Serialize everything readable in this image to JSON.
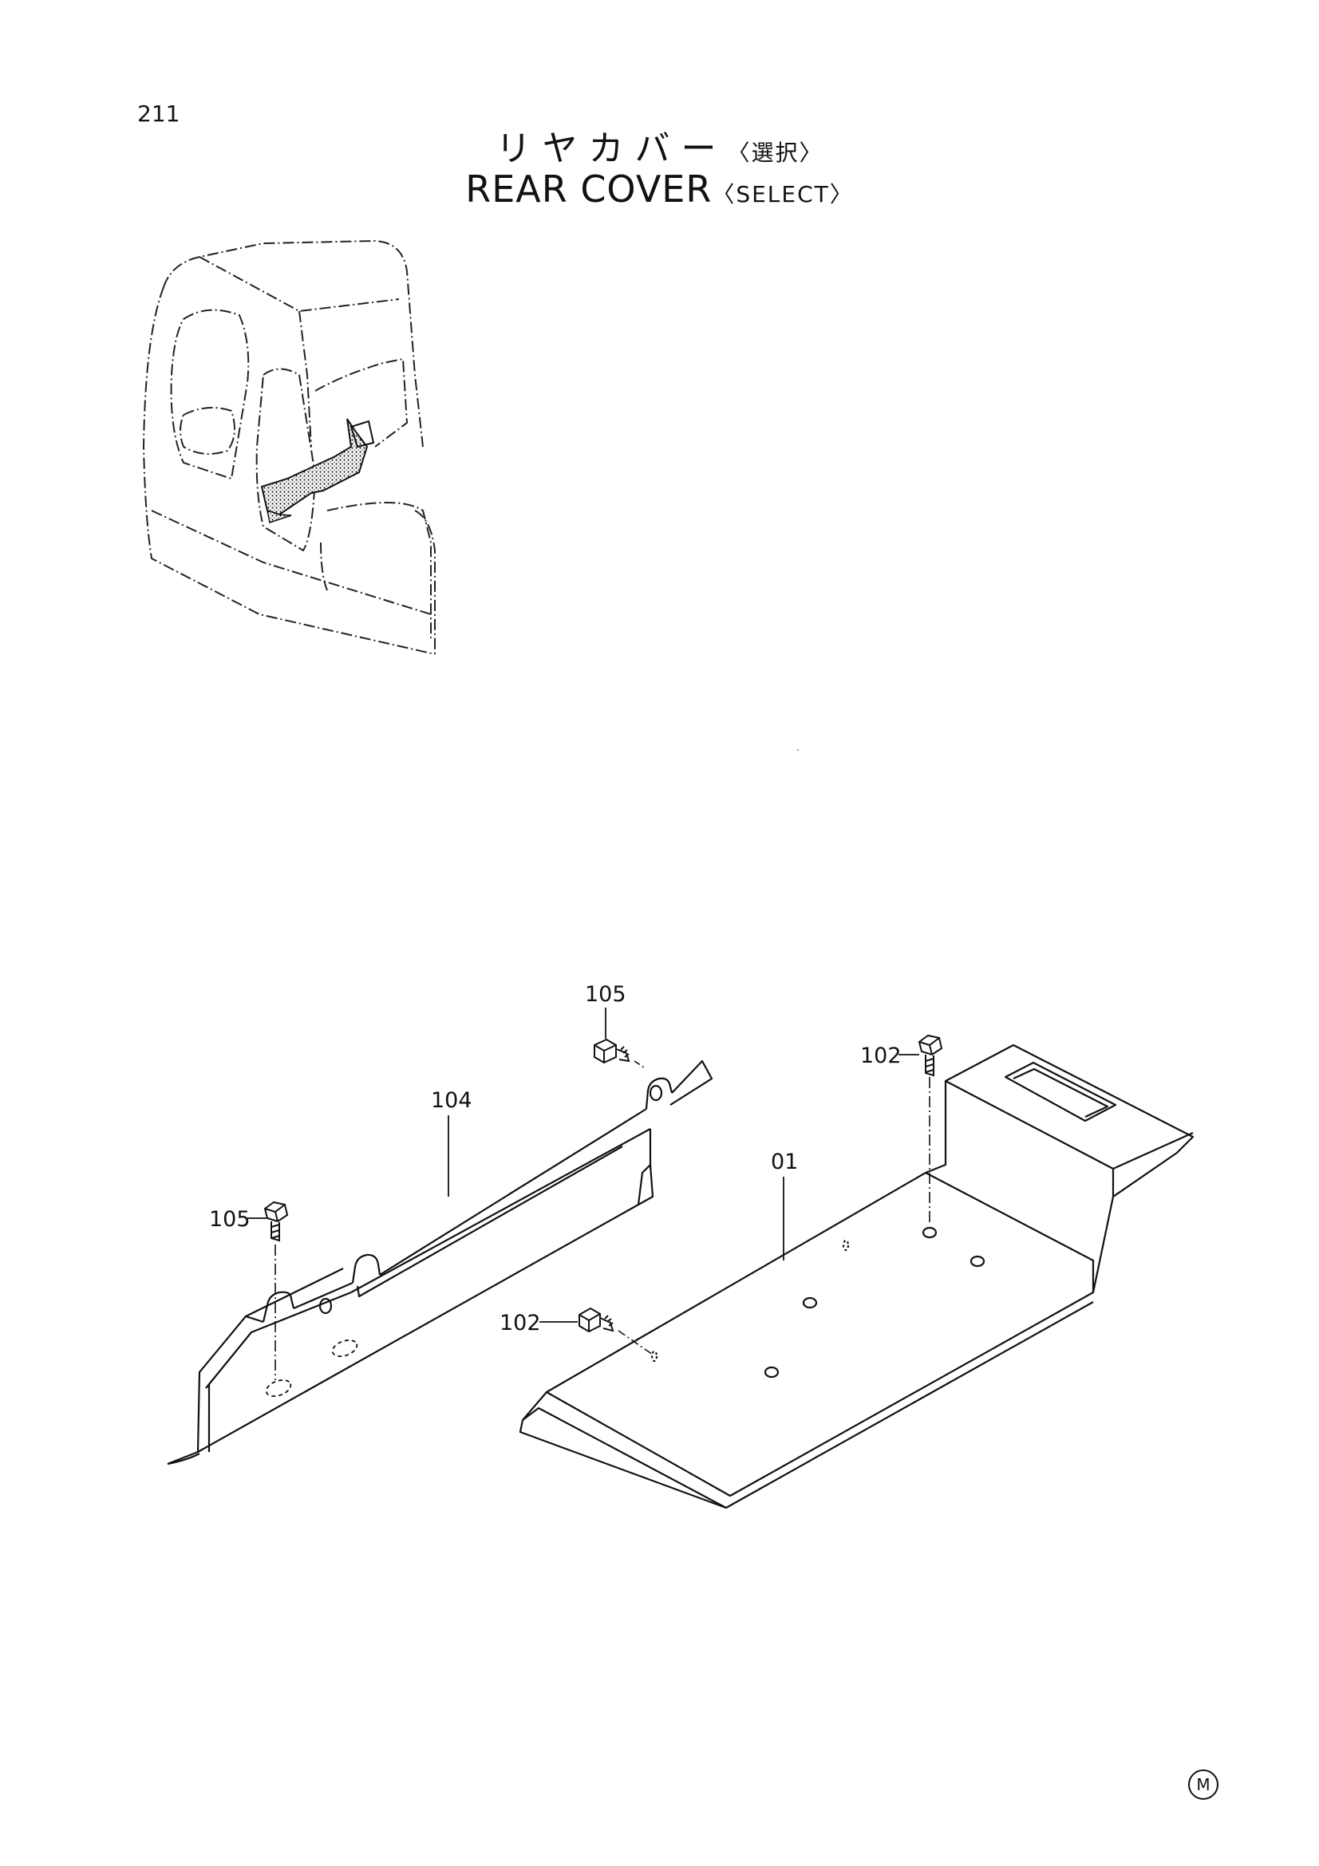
{
  "page": {
    "number": "211"
  },
  "title": {
    "jp": "リヤカバー",
    "jp_tag": "〈選択〉",
    "en": "REAR COVER",
    "en_tag": "〈SELECT〉"
  },
  "callouts": [
    {
      "id": "105_top",
      "label": "105"
    },
    {
      "id": "102_top",
      "label": "102"
    },
    {
      "id": "104",
      "label": "104"
    },
    {
      "id": "01",
      "label": "01"
    },
    {
      "id": "105_left",
      "label": "105"
    },
    {
      "id": "102_mid",
      "label": "102"
    }
  ],
  "corner_mark": "M"
}
